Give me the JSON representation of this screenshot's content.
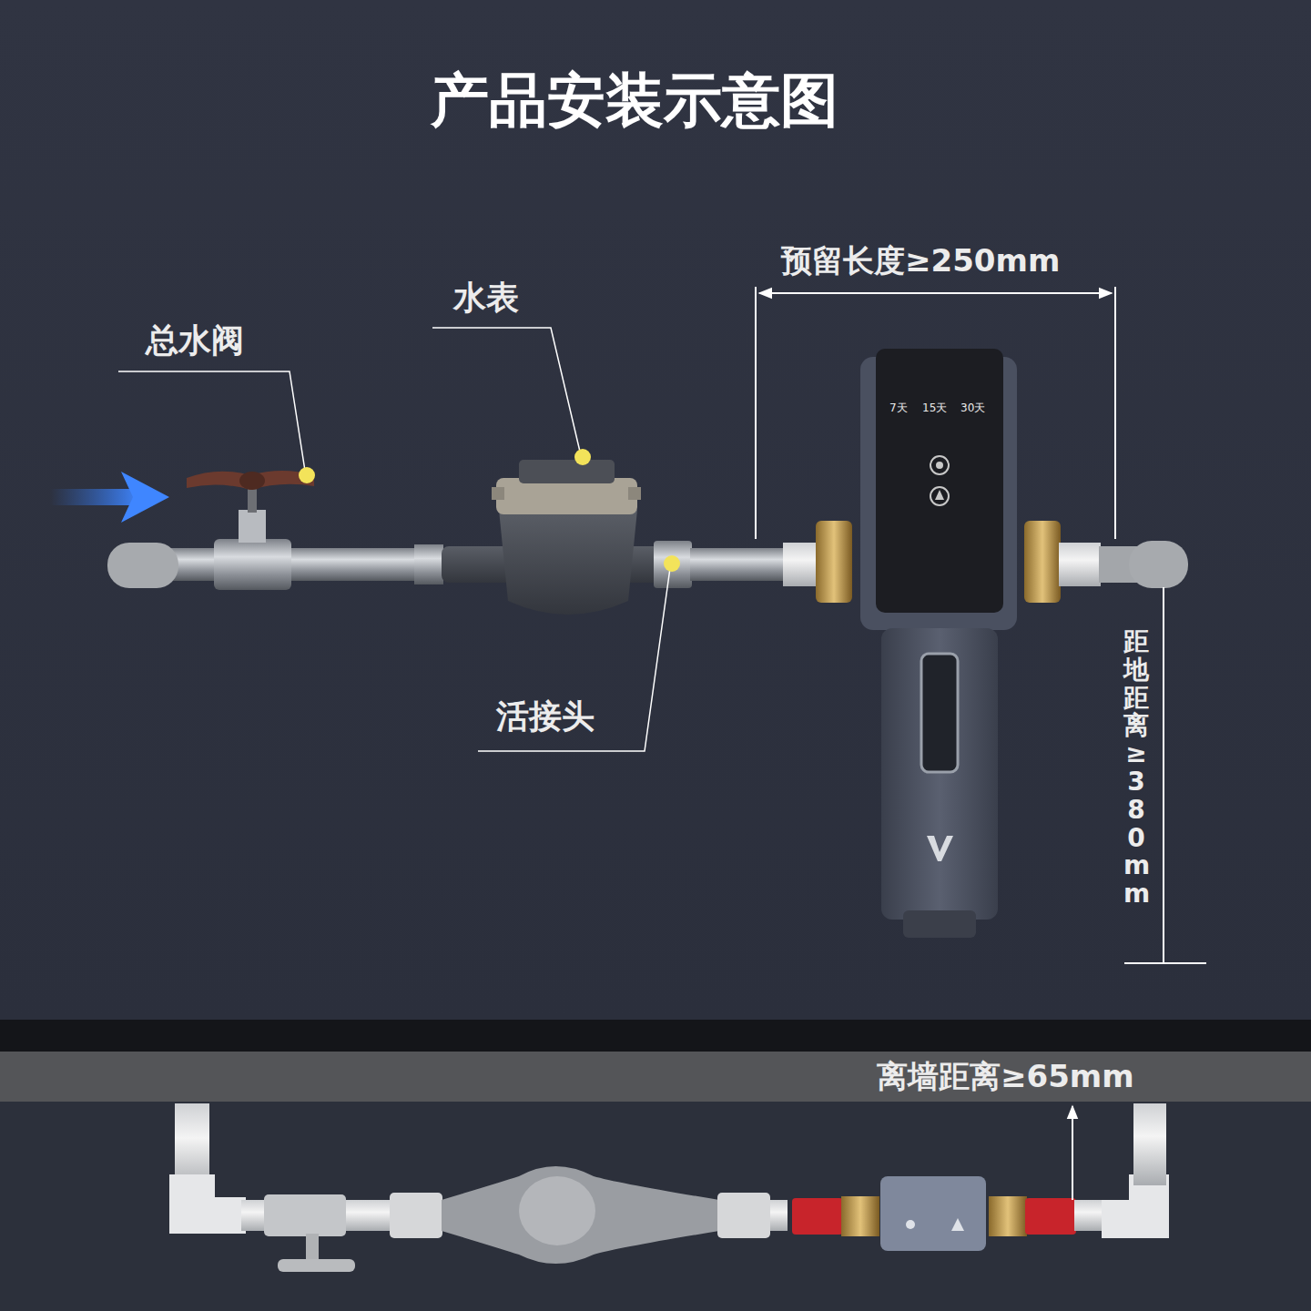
{
  "diagram": {
    "title": "产品安装示意图",
    "labels": [
      "总水阀",
      "水表",
      "活接头",
      "预留长度≥250mm",
      "距地距离≥380mm",
      "离墙距离≥65mm",
      "7天",
      "15天",
      "30天"
    ]
  }
}
